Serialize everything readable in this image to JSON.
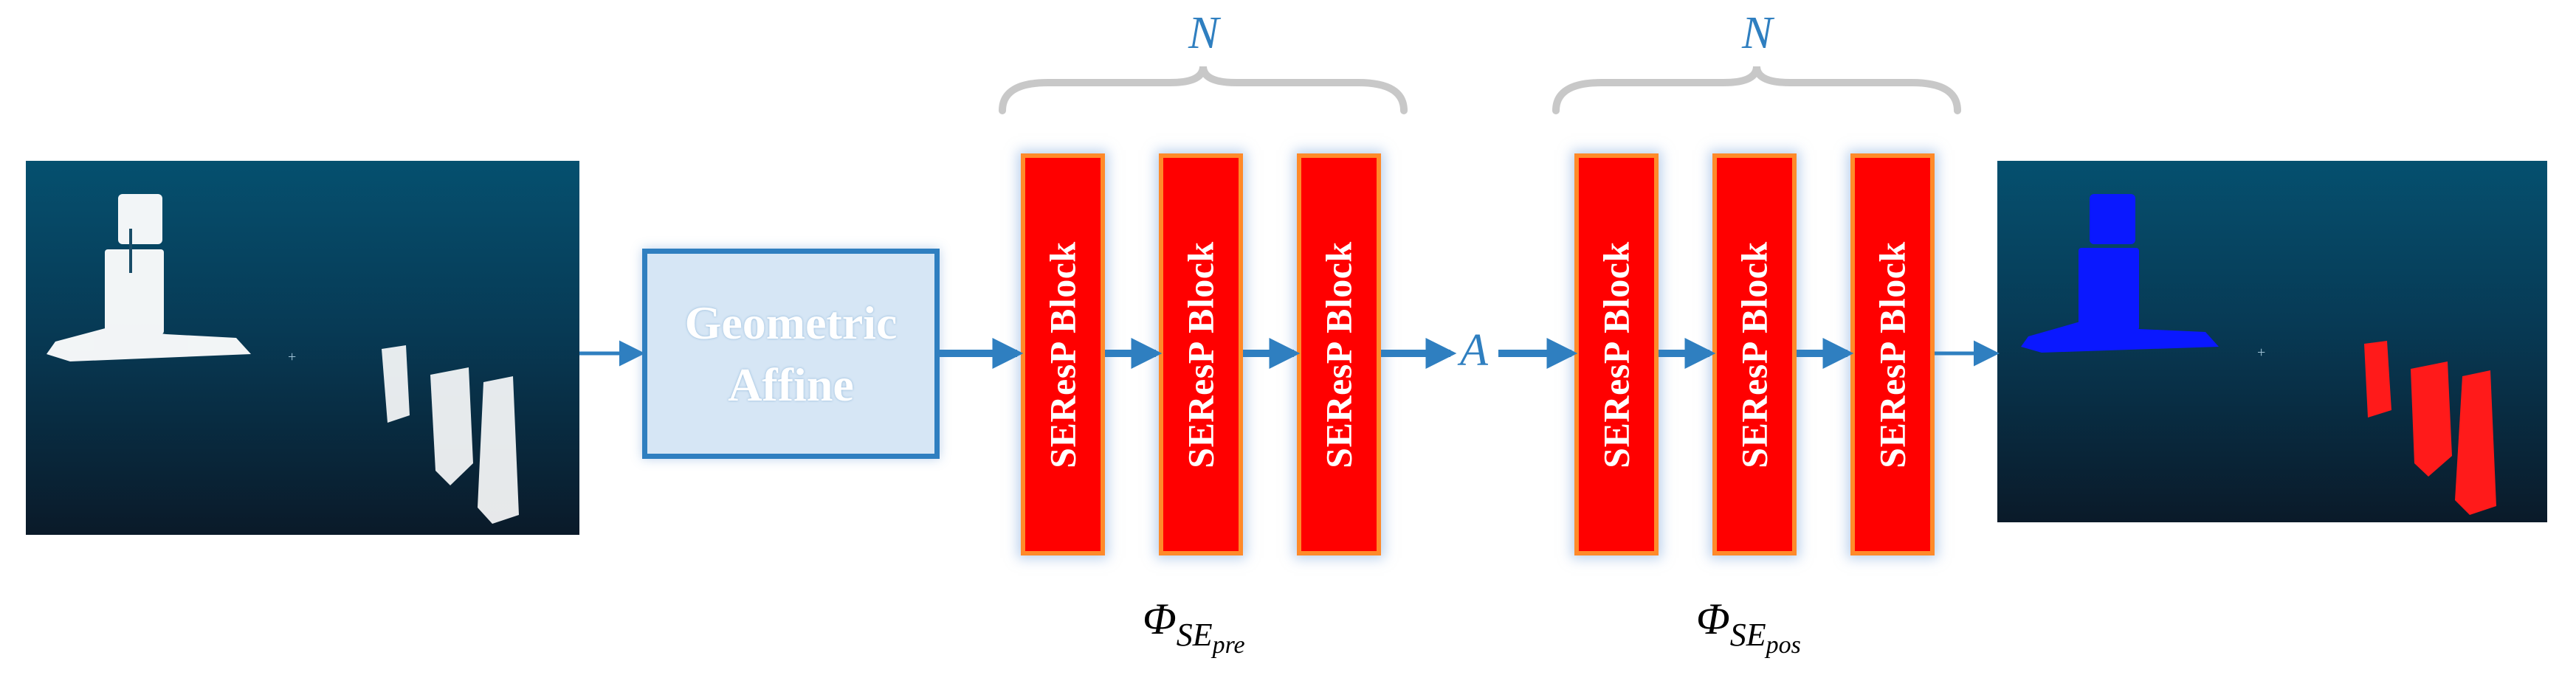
{
  "diagram": {
    "ga_label_line1": "Geometric",
    "ga_label_line2": "Affine",
    "block_label": "SEResP Block",
    "group_count_label": "N",
    "attention_label": "A",
    "phi_symbol": "Φ",
    "phi_pre_sub": "SE",
    "phi_pre_subsub": "pre",
    "phi_pos_sub": "SE",
    "phi_pos_subsub": "pos",
    "colors": {
      "arrow": "#2f7fc0",
      "block_fill": "#ff0000",
      "block_border": "#ff8a2a",
      "brace": "#c8c8c8",
      "points_input": "#ffffff",
      "points_seg_a": "#0a18ff",
      "points_seg_b": "#ff1a1a"
    }
  }
}
